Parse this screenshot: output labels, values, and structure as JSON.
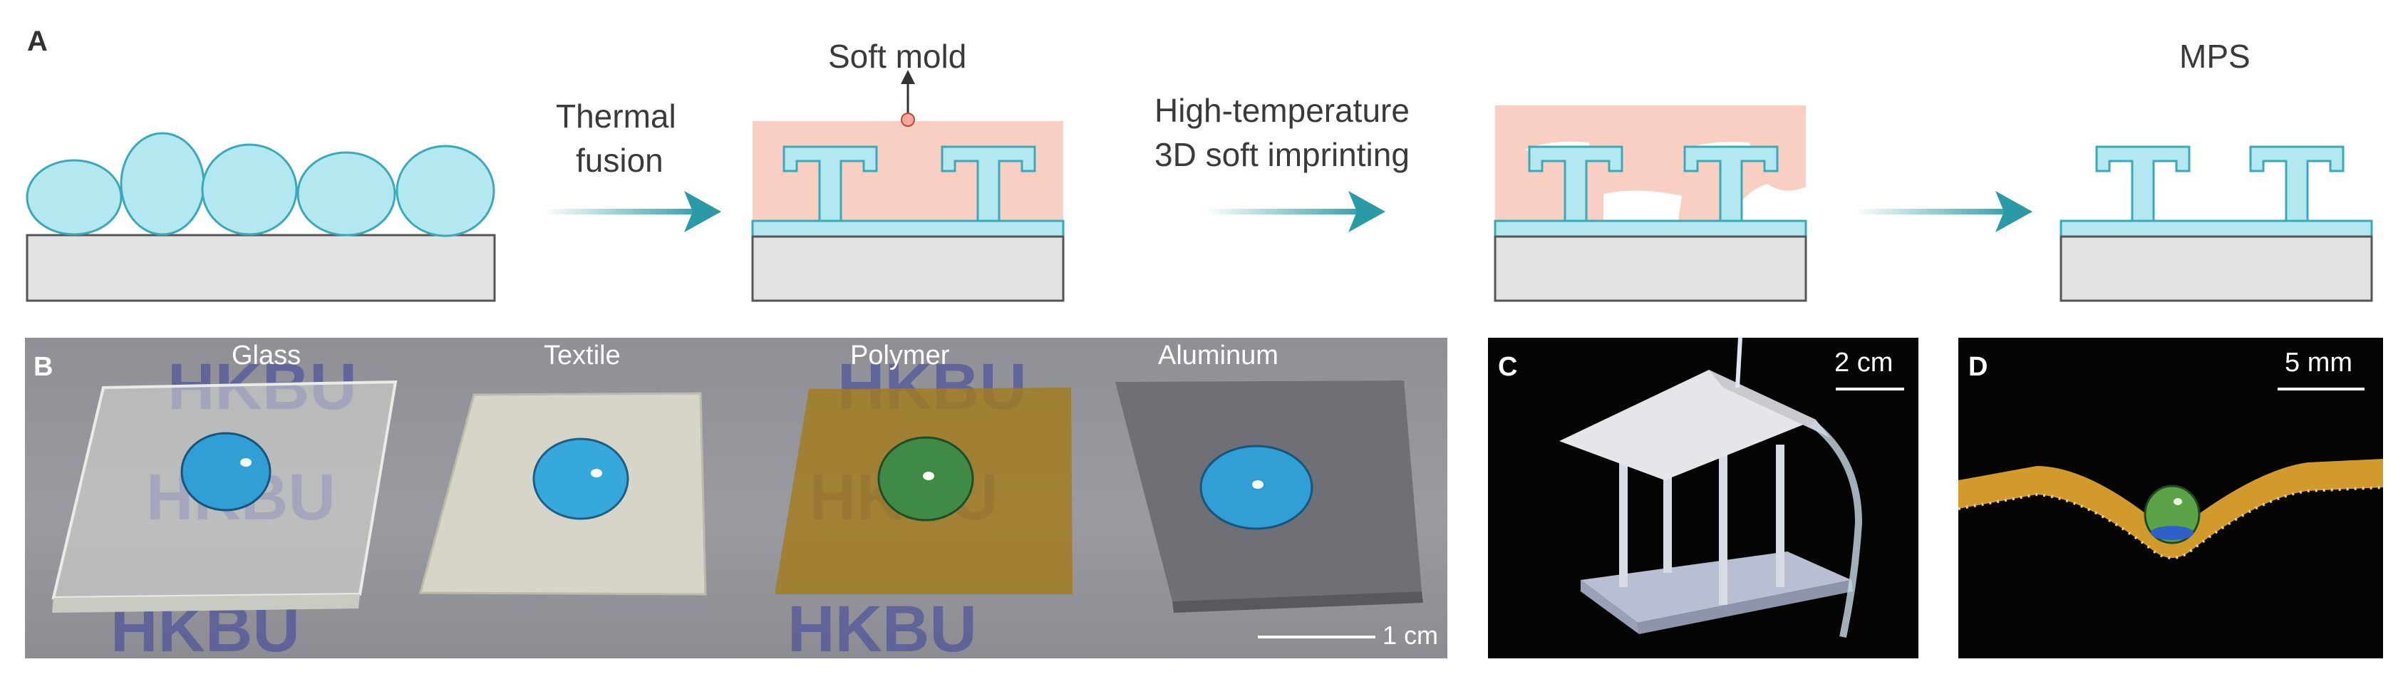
{
  "panels": {
    "a": {
      "letter": "A"
    },
    "b": {
      "letter": "B",
      "surfaces": [
        "Glass",
        "Textile",
        "Polymer",
        "Aluminum"
      ],
      "scale": "1 cm",
      "print_text": "HKBU"
    },
    "c": {
      "letter": "C",
      "scale": "2 cm"
    },
    "d": {
      "letter": "D",
      "scale": "5 mm"
    }
  },
  "steps": {
    "thermal_fusion": {
      "line1": "Thermal",
      "line2": "fusion"
    },
    "soft_mold": "Soft mold",
    "imprinting": {
      "line1": "High-temperature",
      "line2": "3D soft imprinting"
    },
    "result": "MPS"
  },
  "colors": {
    "particle": "#b3e8f0",
    "particle_stroke": "#3aa9b8",
    "mold": "#f9cfc4",
    "substrate": "#e3e3e3",
    "arrow": "#2a9ba6"
  }
}
